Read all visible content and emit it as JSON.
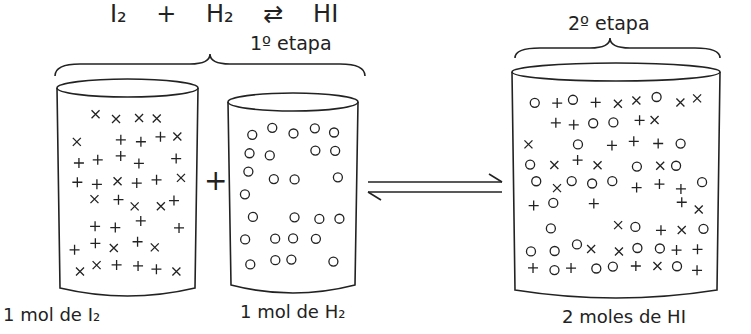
{
  "diagram": {
    "title": "I₂ + H₂ ⇄ HI",
    "nodes": [
      {
        "text": [
          "1 mol de I₂"
        ]
      },
      {
        "text": [
          "1 mol de H₂"
        ]
      },
      {
        "text": [
          "2 moles de HI"
        ]
      }
    ],
    "edges": [
      {
        "from": 1,
        "to": 2,
        "arrow": "both"
      }
    ],
    "labels": [
      "1º etapa",
      "2º etapa",
      "+"
    ]
  }
}
